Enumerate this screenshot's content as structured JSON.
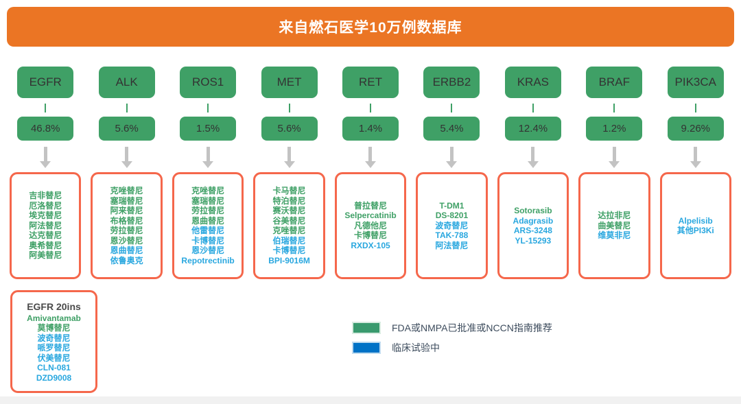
{
  "header": {
    "title": "来自燃石医学10万例数据库"
  },
  "colors": {
    "header_bg": "#EB7524",
    "gene_box_green": "#3FA066",
    "approved_text_green": "#3FA066",
    "trial_text_blue": "#29A7DF",
    "drug_box_border": "#F5674B",
    "arrow_gray": "#C3C3C3",
    "legend_approved_green": "#3A9A6E",
    "legend_trial_blue": "#0072C6"
  },
  "columns": [
    {
      "gene": "EGFR",
      "frequency": "46.8%",
      "drugs": [
        {
          "name": "吉非替尼",
          "status": "approved"
        },
        {
          "name": "厄洛替尼",
          "status": "approved"
        },
        {
          "name": "埃克替尼",
          "status": "approved"
        },
        {
          "name": "阿法替尼",
          "status": "approved"
        },
        {
          "name": "达克替尼",
          "status": "approved"
        },
        {
          "name": "奥希替尼",
          "status": "approved"
        },
        {
          "name": "阿美替尼",
          "status": "approved"
        }
      ]
    },
    {
      "gene": "ALK",
      "frequency": "5.6%",
      "drugs": [
        {
          "name": "克唑替尼",
          "status": "approved"
        },
        {
          "name": "塞瑞替尼",
          "status": "approved"
        },
        {
          "name": "阿来替尼",
          "status": "approved"
        },
        {
          "name": "布格替尼",
          "status": "approved"
        },
        {
          "name": "劳拉替尼",
          "status": "approved"
        },
        {
          "name": "恩沙替尼",
          "status": "approved"
        },
        {
          "name": "恩曲替尼",
          "status": "trial"
        },
        {
          "name": "依鲁奥克",
          "status": "trial"
        }
      ]
    },
    {
      "gene": "ROS1",
      "frequency": "1.5%",
      "drugs": [
        {
          "name": "克唑替尼",
          "status": "approved"
        },
        {
          "name": "塞瑞替尼",
          "status": "approved"
        },
        {
          "name": "劳拉替尼",
          "status": "approved"
        },
        {
          "name": "恩曲替尼",
          "status": "approved"
        },
        {
          "name": "他雷替尼",
          "status": "trial"
        },
        {
          "name": "卡博替尼",
          "status": "trial"
        },
        {
          "name": "恩沙替尼",
          "status": "trial"
        },
        {
          "name": "Repotrectinib",
          "status": "trial"
        }
      ]
    },
    {
      "gene": "MET",
      "frequency": "5.6%",
      "drugs": [
        {
          "name": "卡马替尼",
          "status": "approved"
        },
        {
          "name": "特泊替尼",
          "status": "approved"
        },
        {
          "name": "赛沃替尼",
          "status": "approved"
        },
        {
          "name": "谷美替尼",
          "status": "approved"
        },
        {
          "name": "克唑替尼",
          "status": "approved"
        },
        {
          "name": "伯瑞替尼",
          "status": "trial"
        },
        {
          "name": "卡博替尼",
          "status": "trial"
        },
        {
          "name": "BPI-9016M",
          "status": "trial"
        }
      ]
    },
    {
      "gene": "RET",
      "frequency": "1.4%",
      "drugs": [
        {
          "name": "普拉替尼",
          "status": "approved"
        },
        {
          "name": "Selpercatinib",
          "status": "approved"
        },
        {
          "name": "凡德他尼",
          "status": "approved"
        },
        {
          "name": "卡博替尼",
          "status": "approved"
        },
        {
          "name": "RXDX-105",
          "status": "trial"
        }
      ]
    },
    {
      "gene": "ERBB2",
      "frequency": "5.4%",
      "drugs": [
        {
          "name": "T-DM1",
          "status": "approved"
        },
        {
          "name": "DS-8201",
          "status": "approved"
        },
        {
          "name": "波奇替尼",
          "status": "trial"
        },
        {
          "name": "TAK-788",
          "status": "trial"
        },
        {
          "name": "阿法替尼",
          "status": "trial"
        }
      ]
    },
    {
      "gene": "KRAS",
      "frequency": "12.4%",
      "drugs": [
        {
          "name": "Sotorasib",
          "status": "approved"
        },
        {
          "name": "Adagrasib",
          "status": "trial"
        },
        {
          "name": "ARS-3248",
          "status": "trial"
        },
        {
          "name": "YL-15293",
          "status": "trial"
        }
      ]
    },
    {
      "gene": "BRAF",
      "frequency": "1.2%",
      "drugs": [
        {
          "name": "达拉非尼",
          "status": "approved"
        },
        {
          "name": "曲美替尼",
          "status": "approved"
        },
        {
          "name": "维莫非尼",
          "status": "trial"
        }
      ]
    },
    {
      "gene": "PIK3CA",
      "frequency": "9.26%",
      "drugs": [
        {
          "name": "Alpelisib",
          "status": "trial"
        },
        {
          "name": "其他PI3Ki",
          "status": "trial"
        }
      ]
    }
  ],
  "extra_box": {
    "title": "EGFR 20ins",
    "drugs": [
      {
        "name": "Amivantamab",
        "status": "approved"
      },
      {
        "name": "莫博替尼",
        "status": "approved"
      },
      {
        "name": "波奇替尼",
        "status": "trial"
      },
      {
        "name": "哌罗替尼",
        "status": "trial"
      },
      {
        "name": "伏美替尼",
        "status": "trial"
      },
      {
        "name": "CLN-081",
        "status": "trial"
      },
      {
        "name": "DZD9008",
        "status": "trial"
      }
    ]
  },
  "legend": [
    {
      "label": "FDA或NMPA已批准或NCCN指南推荐",
      "color": "#3A9A6E"
    },
    {
      "label": "临床试验中",
      "color": "#0072C6"
    }
  ]
}
